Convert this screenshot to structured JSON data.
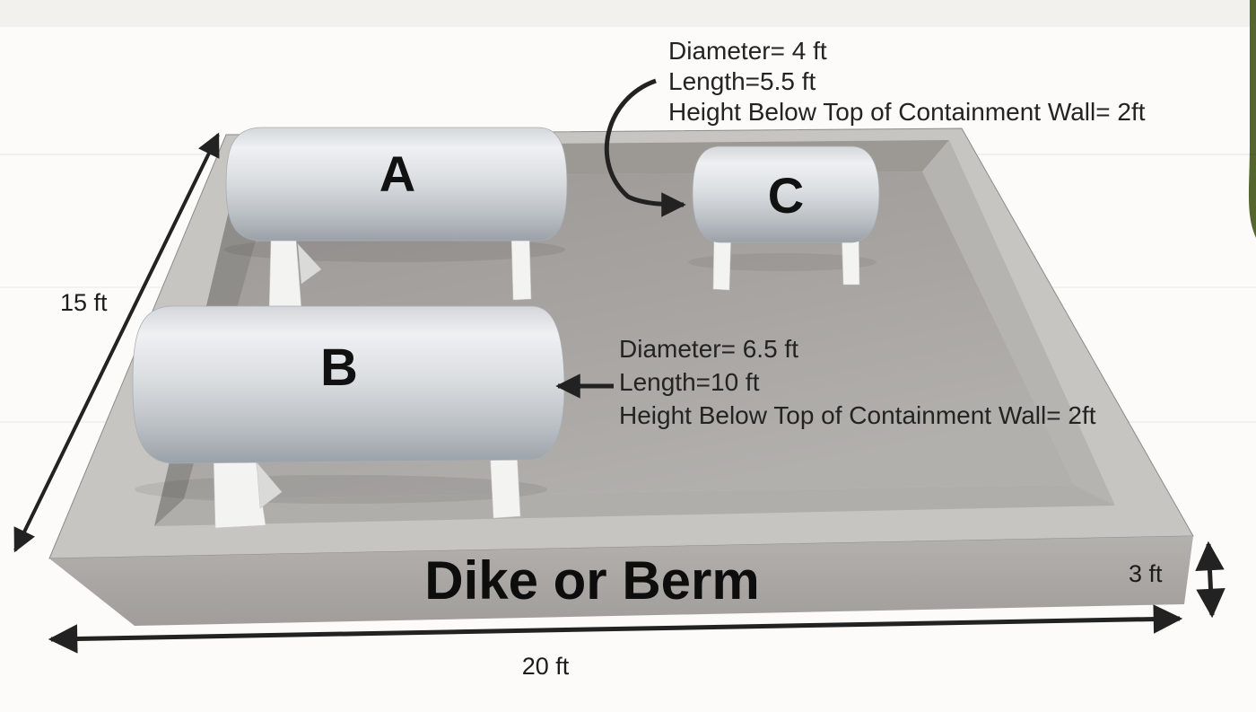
{
  "figure": {
    "description": "3D illustration of a secondary containment dike or berm holding three horizontal cylindrical tanks"
  },
  "labels": {
    "dike": "Dike or Berm",
    "width": "20 ft",
    "depth": "15 ft",
    "wall_height": "3 ft"
  },
  "tanks": {
    "a": {
      "label": "A"
    },
    "b": {
      "label": "B",
      "annotation": [
        "Diameter= 6.5 ft",
        "Length=10 ft",
        "Height Below Top of Containment Wall= 2ft"
      ]
    },
    "c": {
      "label": "C",
      "annotation": [
        "Diameter= 4 ft",
        "Length=5.5 ft",
        "Height Below Top of Containment Wall= 2ft"
      ]
    }
  },
  "colors": {
    "floor": "#a7a4a1",
    "rim": "#c7c5c2",
    "front_face": "#a8a6a3",
    "tank_gray": "#d5d8db",
    "arrow": "#222222",
    "accent_green": "#54662e"
  }
}
